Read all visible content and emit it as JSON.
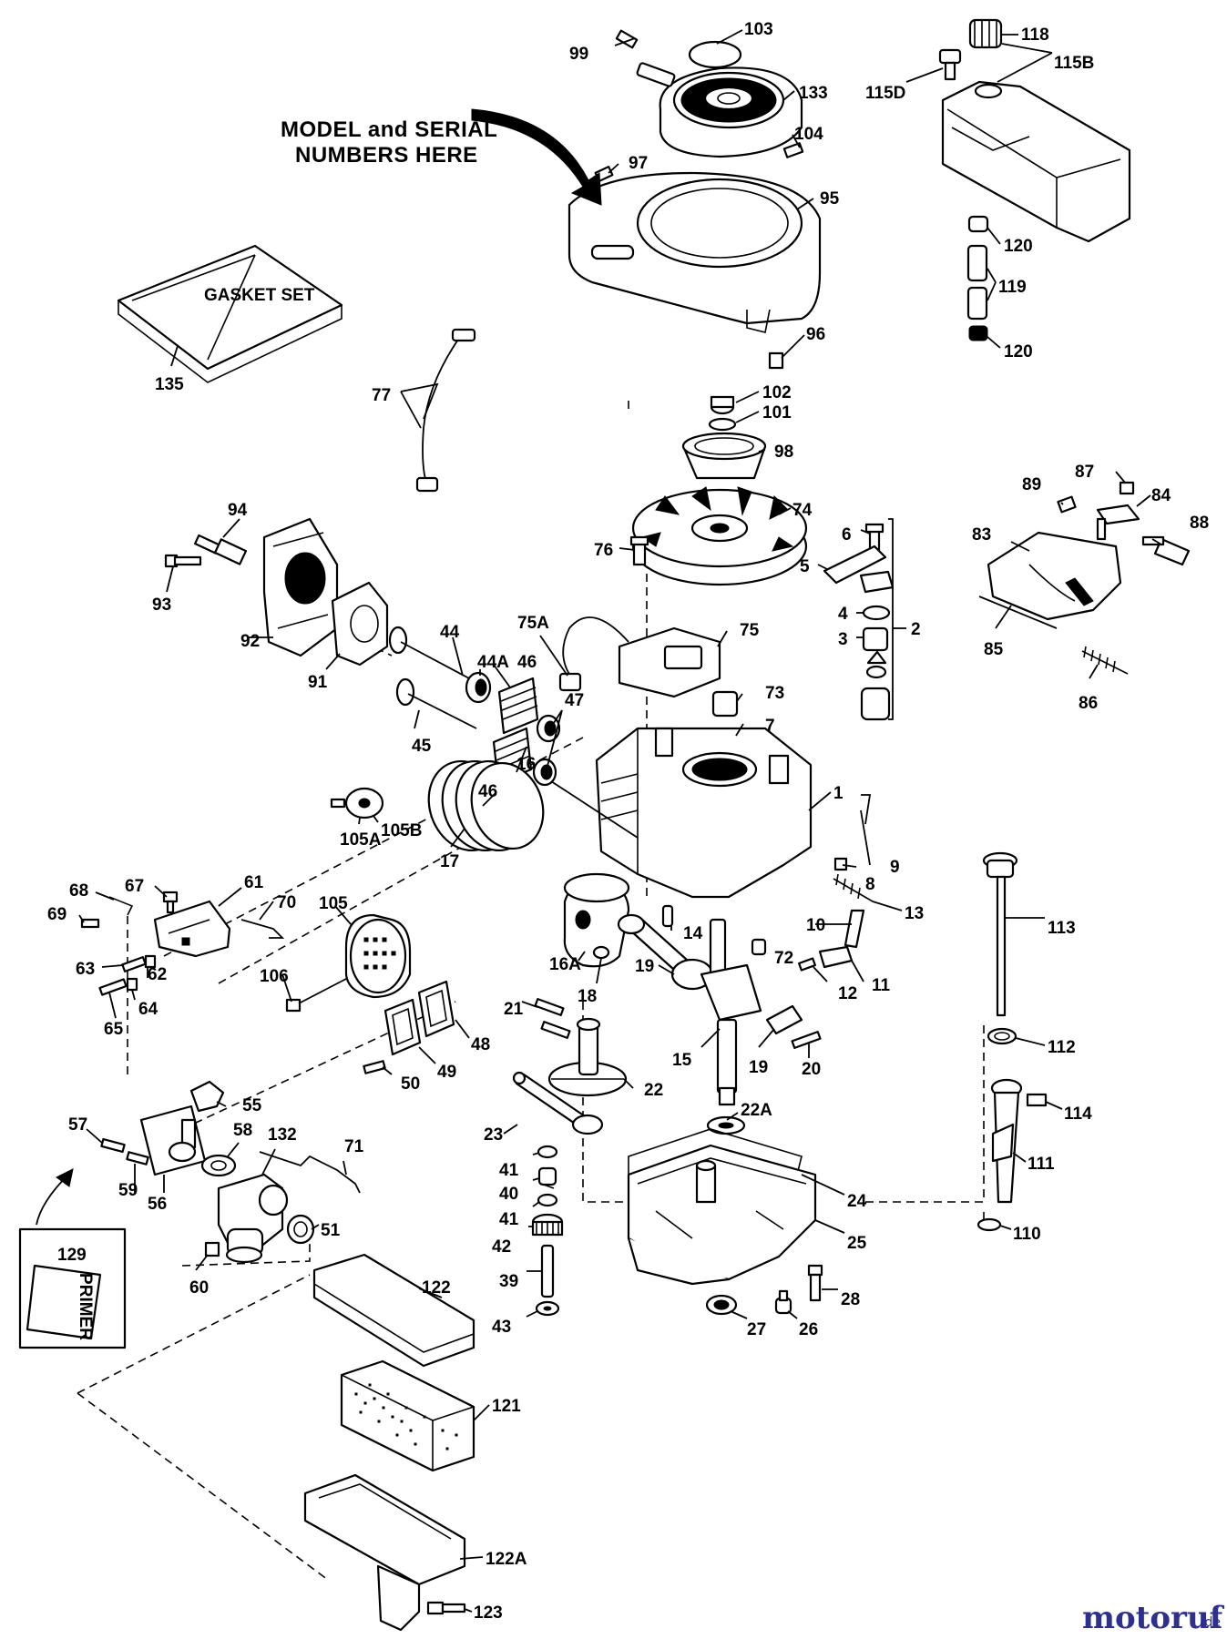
{
  "callout": {
    "line1": "MODEL and SERIAL",
    "line2": "NUMBERS HERE"
  },
  "gasket_box_text": "GASKET SET",
  "primer_text": "PRIMER",
  "watermark": {
    "brand": "motoruf",
    "suffix": ".de",
    "color": "#2f2f8f"
  },
  "labels": {
    "l103": "103",
    "l99": "99",
    "l133": "133",
    "l104": "104",
    "l97": "97",
    "l95": "95",
    "l96": "96",
    "l118": "118",
    "l115B": "115B",
    "l115D": "115D",
    "l120a": "120",
    "l119": "119",
    "l120b": "120",
    "l135": "135",
    "l77": "77",
    "l102": "102",
    "l101": "101",
    "l98": "98",
    "l74": "74",
    "l76": "76",
    "l6": "6",
    "l5": "5",
    "l4": "4",
    "l3": "3",
    "l2": "2",
    "l75A": "75A",
    "l75": "75",
    "l73": "73",
    "l7": "7",
    "l1": "1",
    "l94": "94",
    "l93": "93",
    "l92": "92",
    "l91": "91",
    "l44": "44",
    "l44A": "44A",
    "l46a": "46",
    "l47": "47",
    "l45": "45",
    "l46b": "46",
    "l16": "16",
    "l17": "17",
    "l105A": "105A",
    "l105B": "105B",
    "l89": "89",
    "l87": "87",
    "l84": "84",
    "l88": "88",
    "l83": "83",
    "l85": "85",
    "l86": "86",
    "l9": "9",
    "l8": "8",
    "l13": "13",
    "l10": "10",
    "l14": "14",
    "l72": "72",
    "l12": "12",
    "l11": "11",
    "l67": "67",
    "l61": "61",
    "l68": "68",
    "l70": "70",
    "l69": "69",
    "l105": "105",
    "l63": "63",
    "l62": "62",
    "l65": "65",
    "l64": "64",
    "l106": "106",
    "l16A": "16A",
    "l18": "18",
    "l19a": "19",
    "l15": "15",
    "l19b": "19",
    "l20": "20",
    "l21": "21",
    "l22": "22",
    "l22A": "22A",
    "l23": "23",
    "l48": "48",
    "l49": "49",
    "l50": "50",
    "l55": "55",
    "l57": "57",
    "l58": "58",
    "l132": "132",
    "l71": "71",
    "l59": "59",
    "l56": "56",
    "l51": "51",
    "l60": "60",
    "l129": "129",
    "l41a": "41",
    "l40": "40",
    "l41b": "41",
    "l42": "42",
    "l39": "39",
    "l43": "43",
    "l24": "24",
    "l25": "25",
    "l28": "28",
    "l27": "27",
    "l26": "26",
    "l113": "113",
    "l112": "112",
    "l114": "114",
    "l111": "111",
    "l110": "110",
    "l122": "122",
    "l121": "121",
    "l122A": "122A",
    "l123": "123"
  }
}
